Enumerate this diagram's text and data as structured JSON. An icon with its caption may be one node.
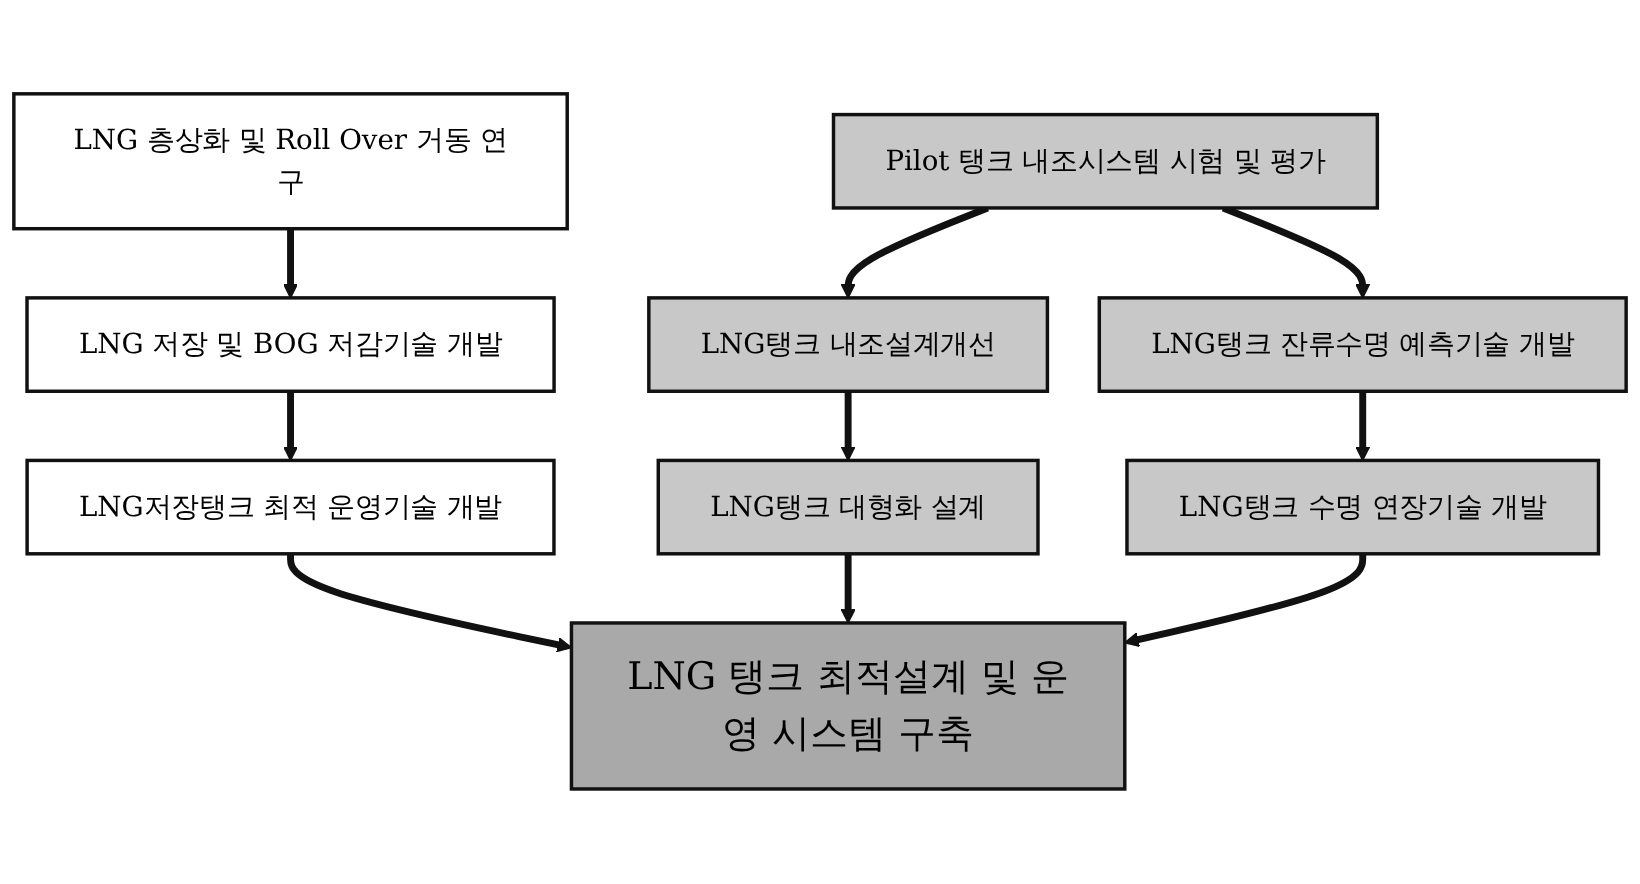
{
  "diagram": {
    "nodes": [
      {
        "text": [
          "LNG 층상화 및 Roll Over 거동 연구"
        ]
      },
      {
        "text": [
          "Pilot 탱크 내조시스템 시험 및 평가"
        ]
      },
      {
        "text": [
          "LNG 저장 및 BOG 저감기술 개발"
        ]
      },
      {
        "text": [
          "LNG탱크 내조설계개선"
        ]
      },
      {
        "text": [
          "LNG탱크 잔류수명 예측기술 개발"
        ]
      },
      {
        "text": [
          "LNG저장탱크 최적 운영기술 개발"
        ]
      },
      {
        "text": [
          "LNG탱크 대형화 설계"
        ]
      },
      {
        "text": [
          "LNG탱크 수명 연장기술 개발"
        ]
      },
      {
        "text": [
          "LNG 탱크 최적설계 및 운영 시스템 구축"
        ]
      }
    ],
    "edges": [
      {
        "from": 0,
        "to": 2,
        "arrow": "to"
      },
      {
        "from": 1,
        "to": 3,
        "arrow": "to"
      },
      {
        "from": 1,
        "to": 4,
        "arrow": "to"
      },
      {
        "from": 2,
        "to": 5,
        "arrow": "to"
      },
      {
        "from": 3,
        "to": 6,
        "arrow": "to"
      },
      {
        "from": 4,
        "to": 7,
        "arrow": "to"
      },
      {
        "from": 5,
        "to": 8,
        "arrow": "to"
      },
      {
        "from": 6,
        "to": 8,
        "arrow": "to"
      },
      {
        "from": 7,
        "to": 8,
        "arrow": "to"
      }
    ]
  }
}
